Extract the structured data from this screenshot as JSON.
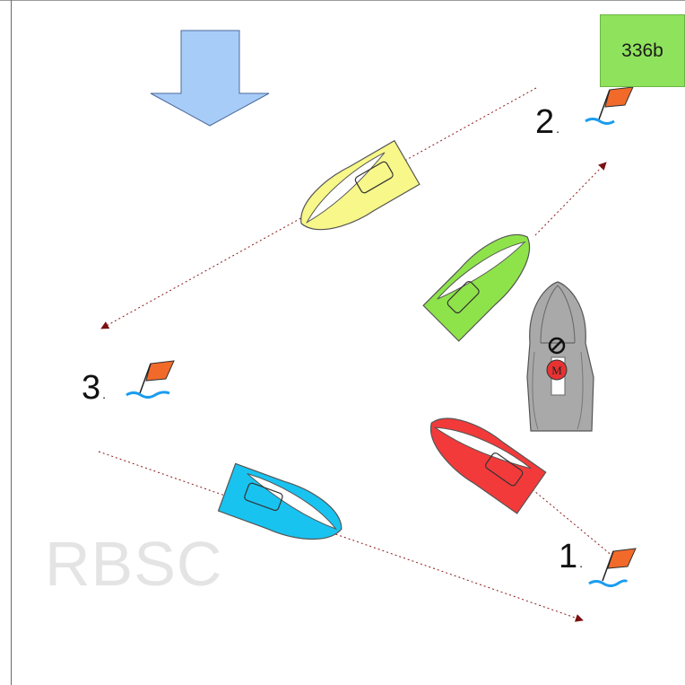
{
  "diagram": {
    "id_label": "336b",
    "watermark": "RBSC",
    "marks": [
      {
        "number": "1",
        "suffix": "."
      },
      {
        "number": "2",
        "suffix": "."
      },
      {
        "number": "3",
        "suffix": "."
      }
    ],
    "committee_boat_flag": "M"
  },
  "colors": {
    "wind_arrow": "#a8ccf8",
    "boat_yellow": "#f7f78a",
    "boat_green": "#8fe34a",
    "boat_red": "#f23a3a",
    "boat_blue": "#19c3f0",
    "committee_boat": "#a9a9a9",
    "course_line": "#8b1a1a",
    "mark_flag": "#f26a2a",
    "mark_water": "#1a9cf0",
    "id_box": "#8fe35c"
  }
}
